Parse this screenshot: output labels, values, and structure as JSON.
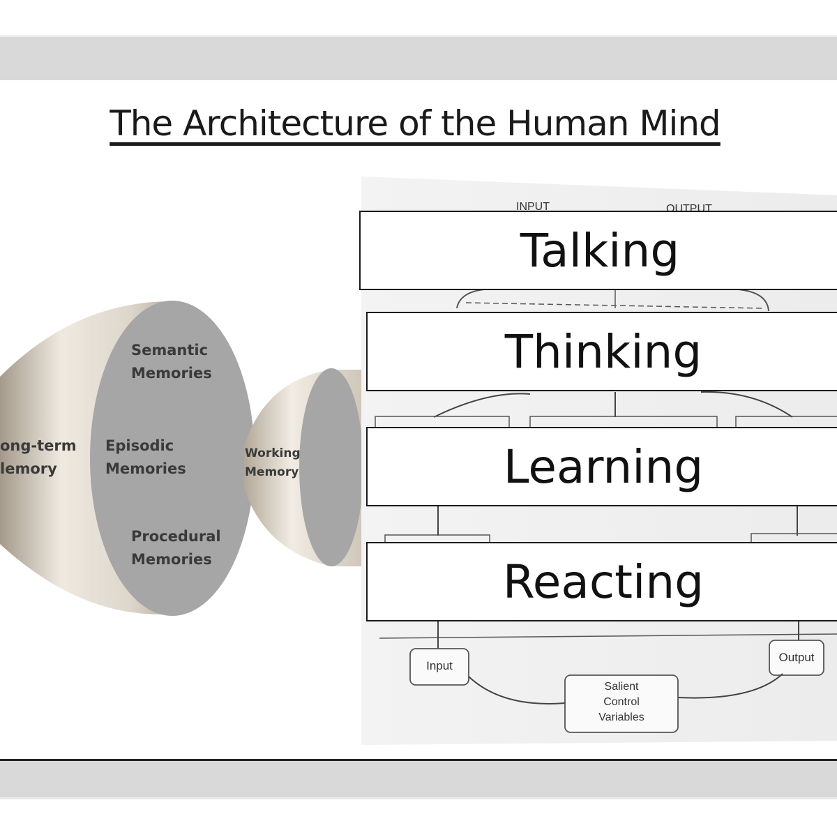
{
  "slide": {
    "title": "The Architecture of the Human Mind"
  },
  "memory_model": {
    "long_term_label_line1": "ong-term",
    "long_term_label_line2": "lemory",
    "semantic_line1": "Semantic",
    "semantic_line2": "Memories",
    "episodic_line1": "Episodic",
    "episodic_line2": "Memories",
    "procedural_line1": "Procedural",
    "procedural_line2": "Memories",
    "working_line1": "Working",
    "working_line2": "Memory"
  },
  "control_diagram": {
    "input_header": "INPUT",
    "output_header": "OUTPUT",
    "input_box": "Input",
    "output_box": "Output",
    "salient_line1": "Salient",
    "salient_line2": "Control",
    "salient_line3": "Variables"
  },
  "overlay_boxes": [
    {
      "label": "Talking"
    },
    {
      "label": "Thinking"
    },
    {
      "label": "Learning"
    },
    {
      "label": "Reacting"
    }
  ]
}
